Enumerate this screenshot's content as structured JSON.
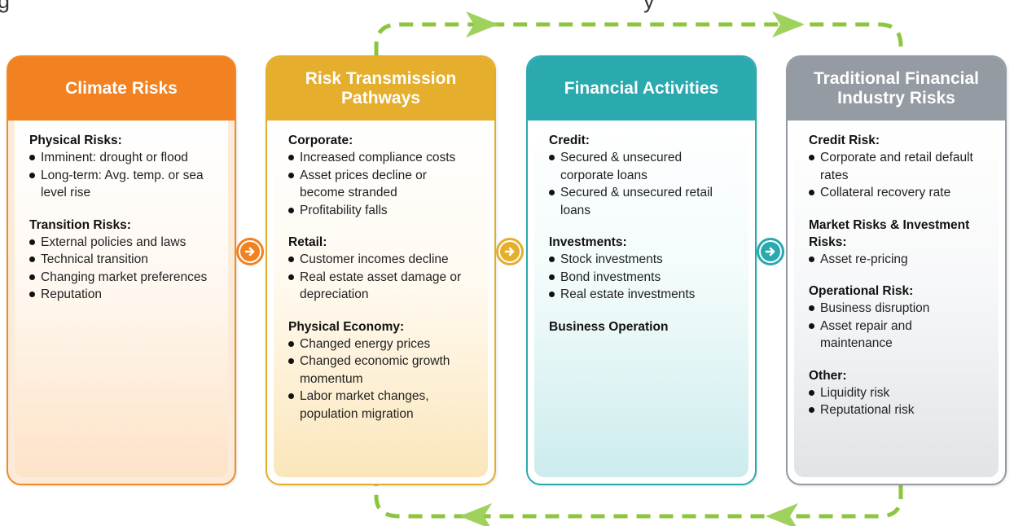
{
  "colors": {
    "climate": "#f28122",
    "pathways": "#e5ae2c",
    "activities": "#2aa9ae",
    "industry": "#959ba3",
    "loop_arrow": "#8cc63f"
  },
  "cards": [
    {
      "title": "Climate Risks",
      "sections": [
        {
          "title": "Physical Risks:",
          "items": [
            "Imminent: drought or flood",
            "Long-term: Avg. temp. or sea level rise"
          ]
        },
        {
          "title": "Transition Risks:",
          "items": [
            "External policies and laws",
            "Technical transition",
            "Changing market preferences",
            "Reputation"
          ]
        }
      ]
    },
    {
      "title": "Risk Transmission Pathways",
      "sections": [
        {
          "title": "Corporate:",
          "items": [
            "Increased compliance costs",
            "Asset prices decline or become stranded",
            "Profitability falls"
          ]
        },
        {
          "title": "Retail:",
          "items": [
            "Customer incomes decline",
            "Real estate asset damage or depreciation"
          ]
        },
        {
          "title": "Physical Economy:",
          "items": [
            "Changed energy prices",
            "Changed economic growth momentum",
            "Labor market changes, population migration"
          ]
        }
      ]
    },
    {
      "title": "Financial Activities",
      "sections": [
        {
          "title": "Credit:",
          "items": [
            "Secured & unsecured corporate loans",
            "Secured & unsecured retail loans"
          ]
        },
        {
          "title": "Investments:",
          "items": [
            "Stock investments",
            "Bond investments",
            "Real estate investments"
          ]
        },
        {
          "title": "Business Operation",
          "items": []
        }
      ]
    },
    {
      "title": "Traditional Financial Industry Risks",
      "sections": [
        {
          "title": "Credit Risk:",
          "items": [
            "Corporate and retail default rates",
            "Collateral recovery rate"
          ]
        },
        {
          "title": "Market Risks & Investment Risks:",
          "items": [
            "Asset re-pricing"
          ]
        },
        {
          "title": "Operational Risk:",
          "items": [
            "Business disruption",
            "Asset repair and maintenance"
          ]
        },
        {
          "title": "Other:",
          "items": [
            "Liquidity risk",
            "Reputational risk"
          ]
        }
      ]
    }
  ]
}
